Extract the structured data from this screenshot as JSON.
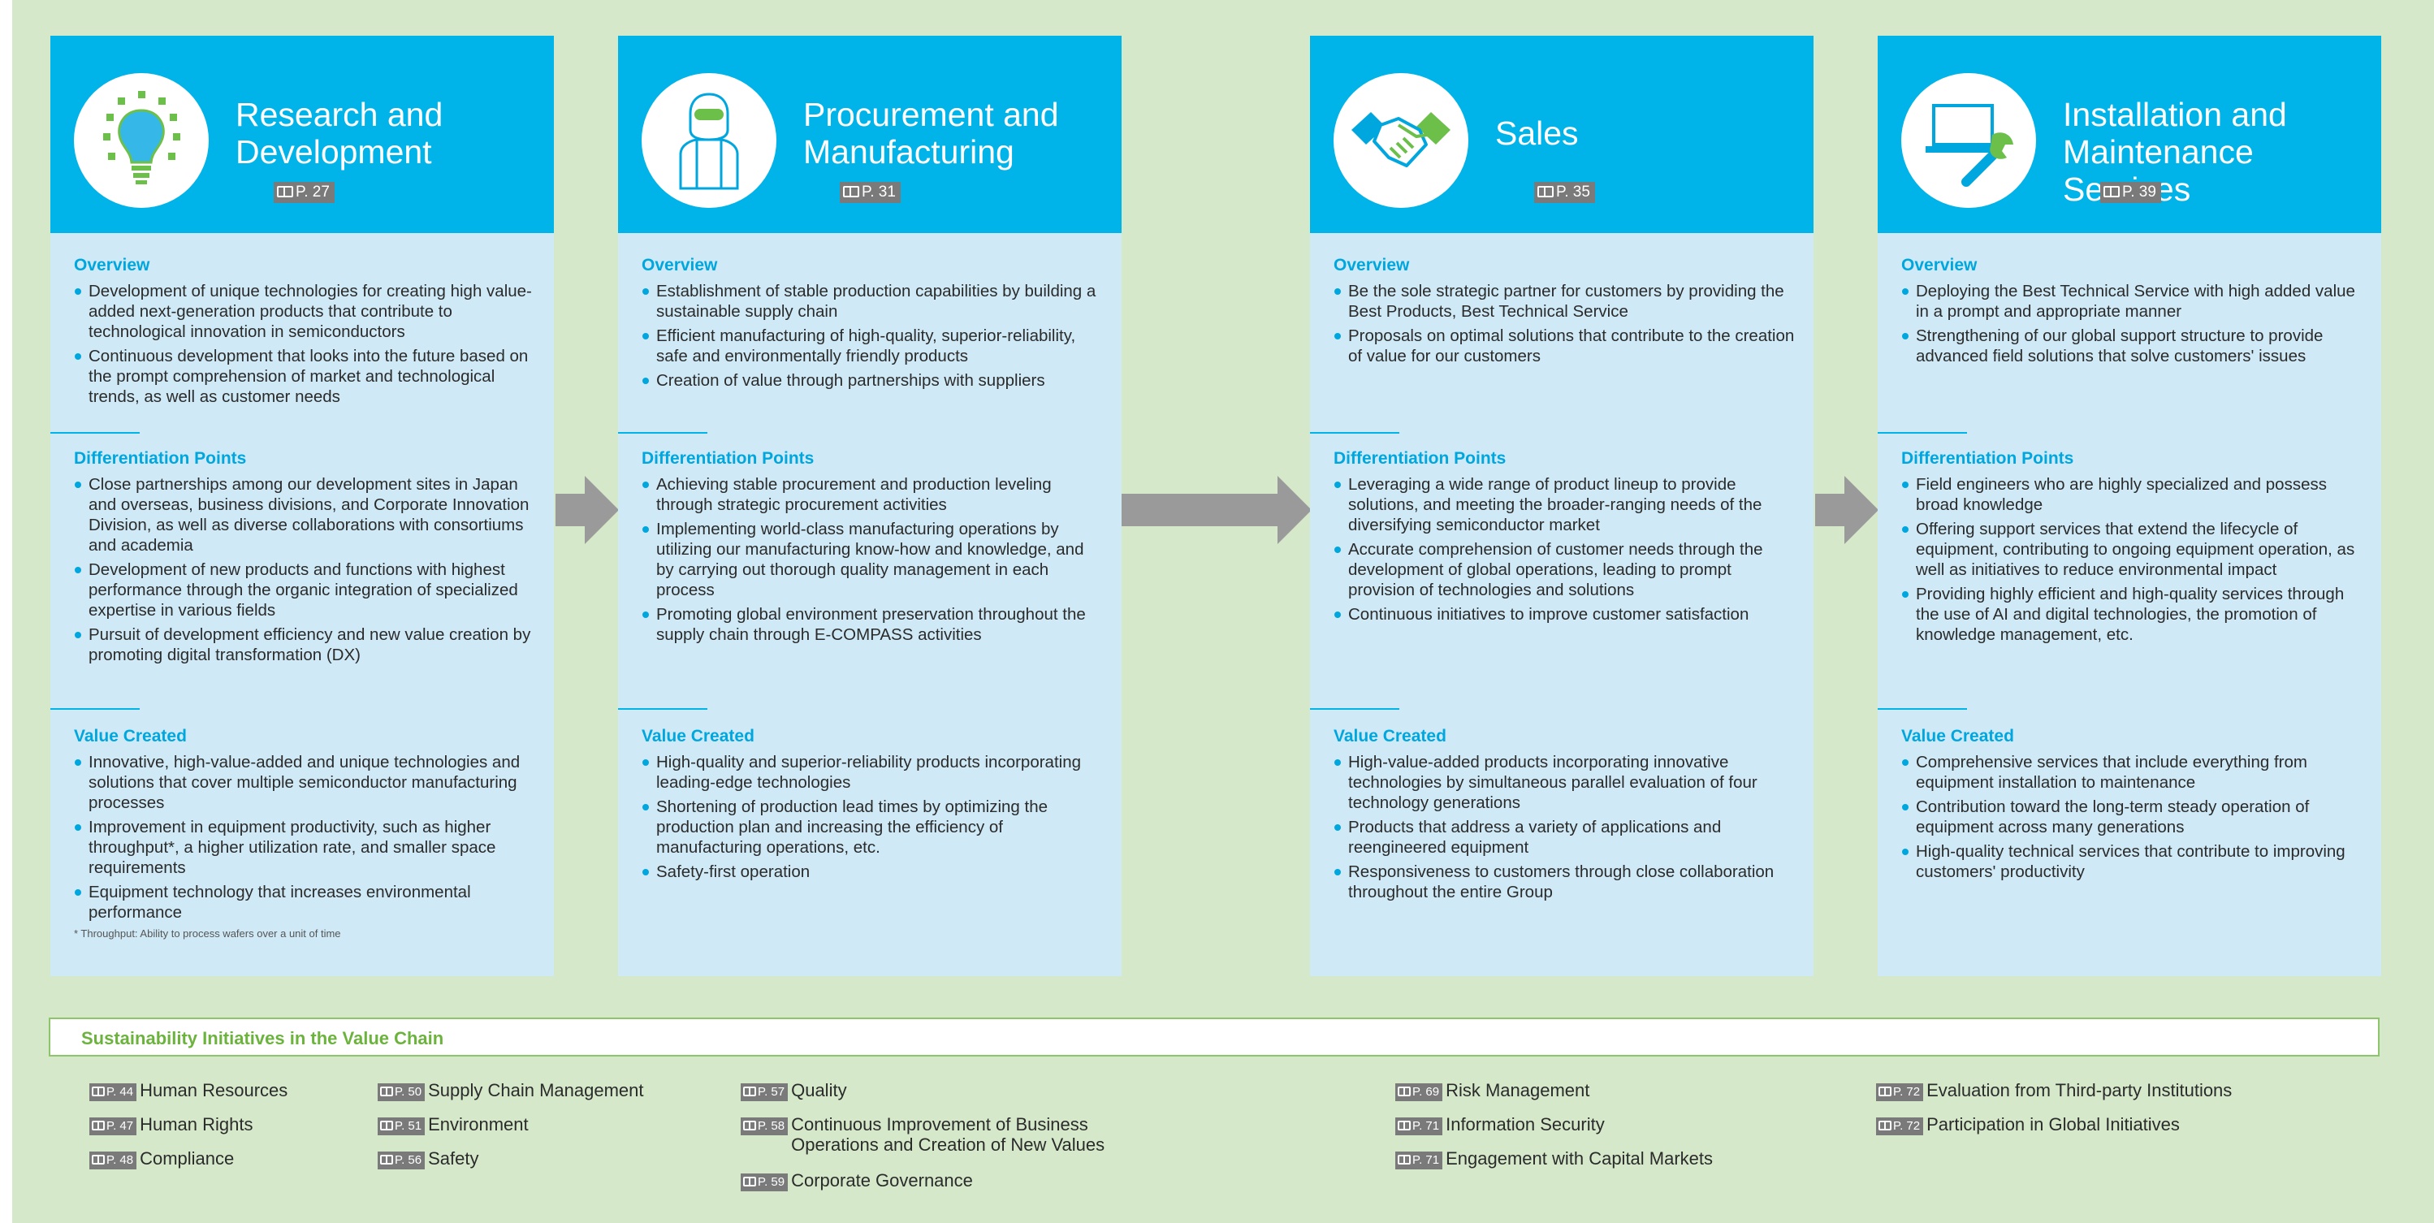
{
  "columns": [
    {
      "title": "Research and Development",
      "page_ref": "P. 27",
      "icon": "lightbulb-icon",
      "overview_heading": "Overview",
      "overview": [
        "Development of unique technologies for creating high value-added next-generation products that contribute to technological innovation in semiconductors",
        "Continuous development that looks into the future based on the prompt comprehension of market and technological trends, as well as customer needs"
      ],
      "diff_heading": "Differentiation Points",
      "differentiation": [
        "Close partnerships among our development sites in Japan and overseas, business divisions, and Corporate Innovation Division, as well as diverse collaborations with consortiums and academia",
        "Development of new products and functions with highest performance through the organic integration of specialized expertise in various fields",
        "Pursuit of development efficiency and new value creation by promoting digital transformation (DX)"
      ],
      "value_heading": "Value Created",
      "value": [
        "Innovative, high-value-added and unique technologies and solutions that cover multiple semiconductor manufacturing processes",
        "Improvement in equipment productivity, such as higher throughput*, a higher utilization rate, and smaller space requirements",
        "Equipment technology that increases environmental performance"
      ],
      "footnote": "* Throughput: Ability to process wafers over a unit of time"
    },
    {
      "title": "Procurement and Manufacturing",
      "page_ref": "P. 31",
      "icon": "cleanroom-worker-icon",
      "overview_heading": "Overview",
      "overview": [
        "Establishment of stable production capabilities by building a sustainable supply chain",
        "Efficient manufacturing of high-quality, superior-reliability, safe and environmentally friendly products",
        "Creation of value through partnerships with suppliers"
      ],
      "diff_heading": "Differentiation Points",
      "differentiation": [
        "Achieving stable procurement and production leveling through strategic procurement activities",
        "Implementing world-class manufacturing operations by utilizing our manufacturing know-how and knowledge, and by carrying out thorough quality management in each process",
        "Promoting global environment preservation throughout the supply chain through E-COMPASS activities"
      ],
      "value_heading": "Value Created",
      "value": [
        "High-quality and superior-reliability products incorporating leading-edge technologies",
        "Shortening of production lead times by optimizing the production plan and increasing the efficiency of manufacturing operations, etc.",
        "Safety-first operation"
      ]
    },
    {
      "title": "Sales",
      "page_ref": "P. 35",
      "icon": "handshake-icon",
      "overview_heading": "Overview",
      "overview": [
        "Be the sole strategic partner for customers by providing the Best Products, Best Technical Service",
        "Proposals on optimal solutions that contribute to the creation of value for our customers"
      ],
      "diff_heading": "Differentiation Points",
      "differentiation": [
        "Leveraging a wide range of product lineup to provide solutions, and meeting the broader-ranging needs of the diversifying semiconductor market",
        "Accurate comprehension of customer needs through the development of global operations, leading to prompt provision of technologies and solutions",
        "Continuous initiatives to improve customer satisfaction"
      ],
      "value_heading": "Value Created",
      "value": [
        "High-value-added products incorporating innovative technologies by simultaneous parallel evaluation of four technology generations",
        "Products that address a variety of applications and reengineered equipment",
        "Responsiveness to customers through close collaboration throughout the entire Group"
      ]
    },
    {
      "title": "Installation and Maintenance Services",
      "page_ref": "P. 39",
      "icon": "laptop-wrench-icon",
      "overview_heading": "Overview",
      "overview": [
        "Deploying the Best Technical Service with high added value in a prompt and appropriate manner",
        "Strengthening of our global support structure to provide advanced field solutions that solve customers' issues"
      ],
      "diff_heading": "Differentiation Points",
      "differentiation": [
        "Field engineers who are highly specialized and possess broad knowledge",
        "Offering support services that extend the lifecycle of equipment, contributing to ongoing equipment operation, as well as initiatives to reduce environmental impact",
        "Providing highly efficient and high-quality services through the use of AI and digital technologies, the promotion of knowledge management, etc."
      ],
      "value_heading": "Value Created",
      "value": [
        "Comprehensive services that include everything from equipment installation to maintenance",
        "Contribution toward the long-term steady operation of equipment across many generations",
        "High-quality technical services that contribute to improving customers' productivity"
      ]
    }
  ],
  "sustainability": {
    "title": "Sustainability Initiatives in the Value Chain",
    "groups": [
      [
        {
          "ref": "P. 44",
          "label": "Human Resources"
        },
        {
          "ref": "P. 47",
          "label": "Human Rights"
        },
        {
          "ref": "P. 48",
          "label": "Compliance"
        }
      ],
      [
        {
          "ref": "P. 50",
          "label": "Supply Chain Management"
        },
        {
          "ref": "P. 51",
          "label": "Environment"
        },
        {
          "ref": "P. 56",
          "label": "Safety"
        }
      ],
      [
        {
          "ref": "P. 57",
          "label": "Quality"
        },
        {
          "ref": "P. 58",
          "label": "Continuous Improvement of Business Operations and Creation of New Values"
        },
        {
          "ref": "P. 59",
          "label": "Corporate Governance"
        }
      ],
      [
        {
          "ref": "P. 69",
          "label": "Risk Management"
        },
        {
          "ref": "P. 71",
          "label": "Information Security"
        },
        {
          "ref": "P. 71",
          "label": "Engagement with Capital Markets"
        }
      ],
      [
        {
          "ref": "P. 72",
          "label": "Evaluation from Third-party Institutions"
        },
        {
          "ref": "P. 72",
          "label": "Participation in Global Initiatives"
        }
      ]
    ]
  },
  "colors": {
    "header": "#00b3e8",
    "panel": "#cfeaf6",
    "background": "#d5e8c9",
    "accent_green": "#6cb33e",
    "arrow": "#9a9a9a"
  }
}
